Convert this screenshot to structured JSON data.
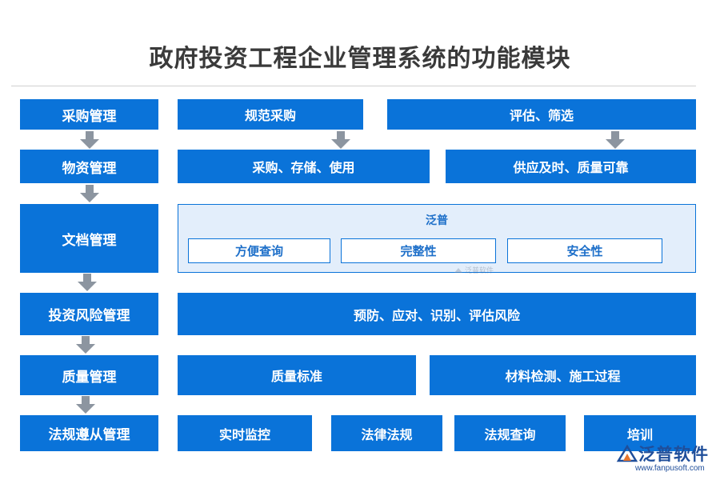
{
  "title": "政府投资工程企业管理系统的功能模块",
  "rows": [
    {
      "label": "采购管理",
      "items": [
        "规范采购",
        "评估、筛选"
      ]
    },
    {
      "label": "物资管理",
      "items": [
        "采购、存储、使用",
        "供应及时、质量可靠"
      ]
    },
    {
      "label": "文档管理",
      "panel_title": "泛普",
      "items": [
        "方便查询",
        "完整性",
        "安全性"
      ]
    },
    {
      "label": "投资风险管理",
      "items": [
        "预防、应对、识别、评估风险"
      ]
    },
    {
      "label": "质量管理",
      "items": [
        "质量标准",
        "材料检测、施工过程"
      ]
    },
    {
      "label": "法规遵从管理",
      "items": [
        "实时监控",
        "法律法规",
        "法规查询",
        "培训"
      ]
    }
  ],
  "watermark": {
    "text": "泛普软件"
  },
  "brand": {
    "name": "泛普软件",
    "url": "www.fanpusoft.com"
  },
  "colors": {
    "primary": "#0a73d9",
    "arrow": "#8c95a0",
    "panel_bg": "#e3eefb",
    "title": "#3a3a3a"
  }
}
